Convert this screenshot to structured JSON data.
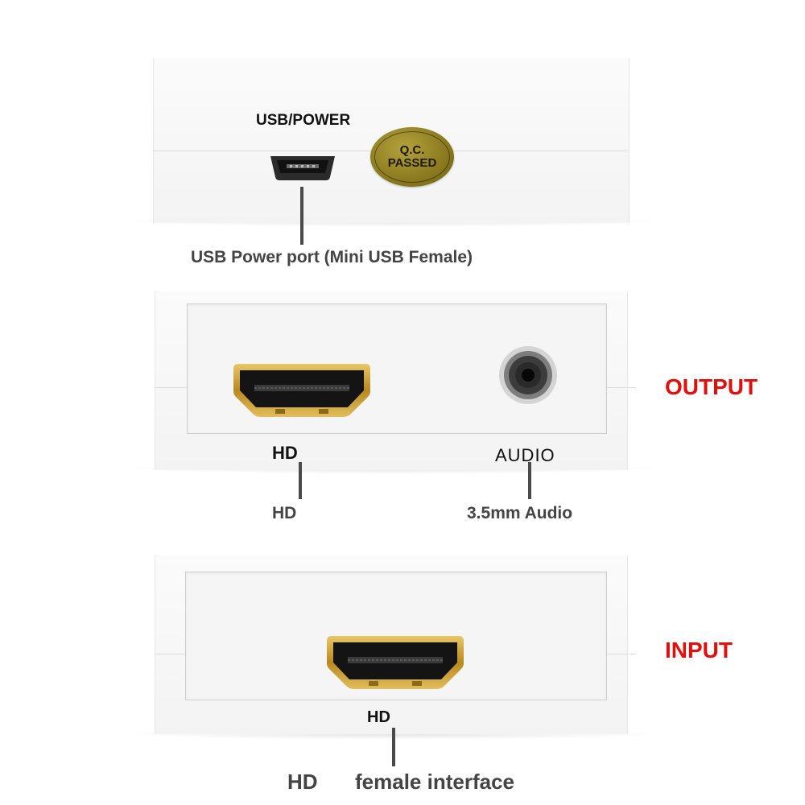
{
  "usb_section": {
    "device_label": "USB/POWER",
    "seal_line1": "Q.C.",
    "seal_line2": "PASSED",
    "caption": "USB Power port (Mini USB Female)"
  },
  "output_section": {
    "side_label": "OUTPUT",
    "hd_port_label": "HD",
    "audio_port_label": "AUDIO",
    "hd_caption": "HD",
    "audio_caption": "3.5mm Audio"
  },
  "input_section": {
    "side_label": "INPUT",
    "hd_port_label": "HD",
    "caption_part1": "HD",
    "caption_part2": "female interface"
  },
  "colors": {
    "label_red": "#e0100f",
    "caption_gray": "#444444",
    "port_gold": "#c9a23a"
  },
  "icons": [
    "mini-usb-port-icon",
    "hdmi-port-icon",
    "audio-jack-icon",
    "qc-seal-icon"
  ]
}
